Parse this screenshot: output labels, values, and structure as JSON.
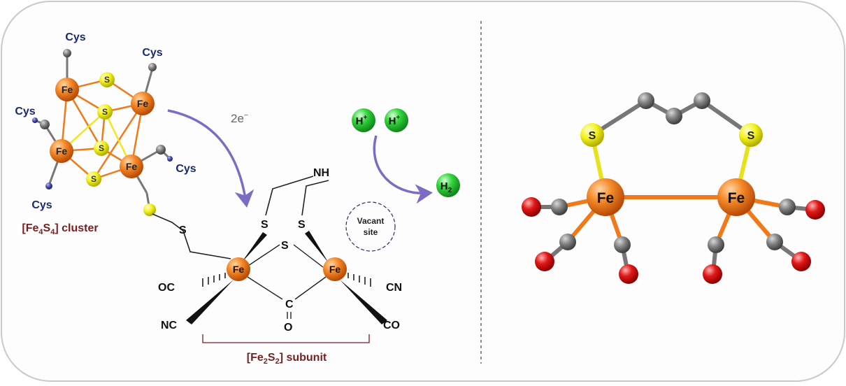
{
  "left_panel": {
    "cluster_atoms": {
      "fe": "Fe",
      "s": "S"
    },
    "cys": "Cys",
    "cluster_caption": {
      "open": "[Fe",
      "sub1": "4",
      "mid": "S",
      "sub2": "4",
      "close": "] cluster"
    },
    "electron_label": "2e",
    "electron_sup": "−",
    "protons": {
      "h": "H",
      "plus": "+"
    },
    "product": {
      "h": "H",
      "sub": "2"
    },
    "vacant_site": {
      "line1": "Vacant",
      "line2": "site"
    },
    "structure": {
      "nh": "NH",
      "s": "S",
      "fe": "Fe",
      "oc": "OC",
      "nc": "NC",
      "cn": "CN",
      "co": "CO",
      "c": "C",
      "o": "O"
    },
    "subunit_caption": {
      "open": "[Fe",
      "sub1": "2",
      "mid": "S",
      "sub2": "2",
      "close": "] subunit"
    }
  },
  "right_panel": {
    "fe_label": "Fe",
    "s_label": "S"
  },
  "colors": {
    "iron": "#f07a1a",
    "sulfur": "#f2ef1e",
    "carbon": "#777777",
    "nitrogen": "#3b3f9e",
    "oxygen": "#e01010",
    "proton": "#2fd13a",
    "arrow": "#7d6cc4",
    "caption": "#7a1f1f",
    "cys_label": "#1b2a6b"
  }
}
